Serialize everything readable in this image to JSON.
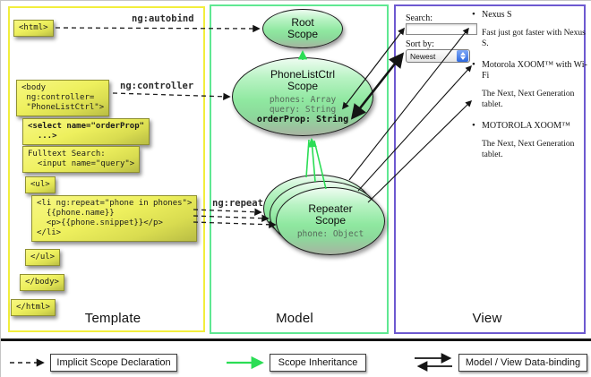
{
  "columns": {
    "template": {
      "label": "Template"
    },
    "model": {
      "label": "Model"
    },
    "view": {
      "label": "View"
    }
  },
  "edges": {
    "autobind": "ng:autobind",
    "controller": "ng:controller",
    "repeat": "ng:repeat"
  },
  "template_code": {
    "html_open": "<html>",
    "body_open": "<body\n ng:controller=\n \"PhoneListCtrl\">",
    "select": "<select name=\"orderProp\"\n  ...>",
    "fulltext": "Fulltext Search:\n  <input name=\"query\">",
    "ul_open": "<ul>",
    "li_repeat": "<li ng:repeat=\"phone in phones\">\n  {{phone.name}}\n  <p>{{phone.snippet}}</p>\n</li>",
    "ul_close": "</ul>",
    "body_close": "</body>",
    "html_close": "</html>"
  },
  "model": {
    "root_scope_title": "Root\nScope",
    "phonelist_title": "PhoneListCtrl\nScope",
    "phonelist_props": {
      "phones": "phones: Array",
      "query": "query: String",
      "orderprop": "orderProp: String"
    },
    "repeater_title": "Repeater\nScope",
    "repeater_prop": "phone: Object"
  },
  "view": {
    "search_label": "Search:",
    "sort_label": "Sort by:",
    "sort_value": "Newest",
    "products": [
      {
        "name": "Nexus S",
        "desc": "Fast just got faster with Nexus S."
      },
      {
        "name": "Motorola XOOM™ with Wi-Fi",
        "desc": "The Next, Next Generation tablet."
      },
      {
        "name": "MOTOROLA XOOM™",
        "desc": "The Next, Next Generation tablet."
      }
    ]
  },
  "legend": {
    "implicit": "Implicit Scope Declaration",
    "inheritance": "Scope Inheritance",
    "binding": "Model / View Data-binding"
  },
  "colors": {
    "template_border": "#f2ee3c",
    "model_border": "#5fe892",
    "view_border": "#6d59d0",
    "scope_green": "#8fe8a0",
    "arrow_green": "#2bdd55",
    "box_yellow": "#eef05e"
  }
}
